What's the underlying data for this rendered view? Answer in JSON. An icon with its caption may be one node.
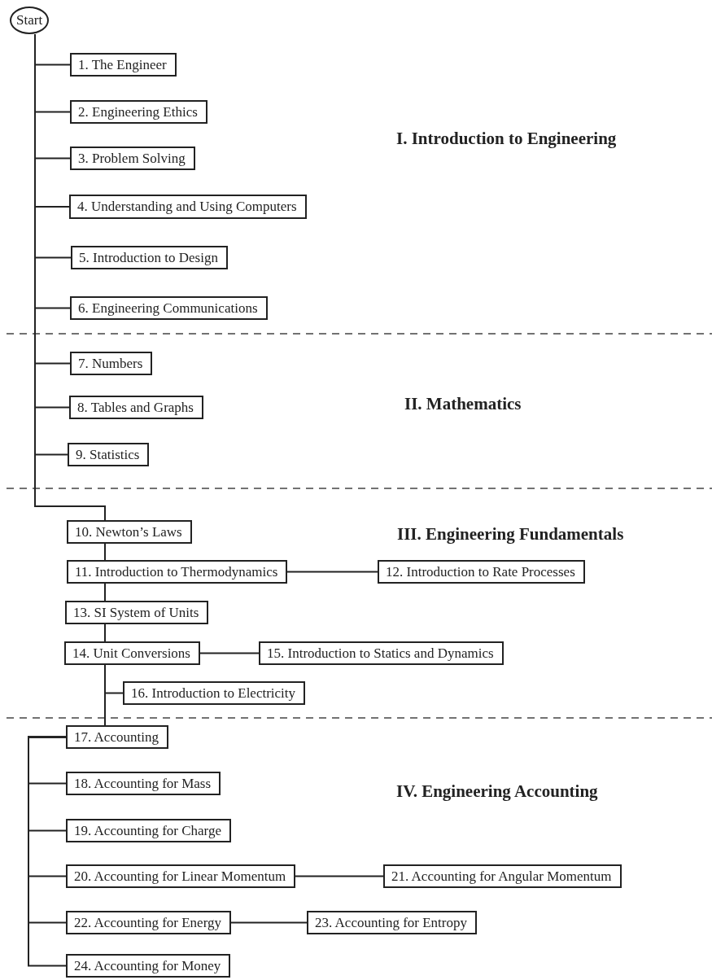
{
  "diagram": {
    "nodes": [
      {
        "text": [
          "Start"
        ]
      },
      {
        "text": [
          "1. The Engineer"
        ]
      },
      {
        "text": [
          "2. Engineering Ethics"
        ]
      },
      {
        "text": [
          "3. Problem Solving"
        ]
      },
      {
        "text": [
          "4. Understanding and Using Computers"
        ]
      },
      {
        "text": [
          "5. Introduction to Design"
        ]
      },
      {
        "text": [
          "6. Engineering Communications"
        ]
      },
      {
        "text": [
          "7. Numbers"
        ]
      },
      {
        "text": [
          "8. Tables and Graphs"
        ]
      },
      {
        "text": [
          "9. Statistics"
        ]
      },
      {
        "text": [
          "10. Newton’s Laws"
        ]
      },
      {
        "text": [
          "11. Introduction to Thermodynamics"
        ]
      },
      {
        "text": [
          "12. Introduction to Rate Processes"
        ]
      },
      {
        "text": [
          "13. SI System of Units"
        ]
      },
      {
        "text": [
          "14. Unit Conversions"
        ]
      },
      {
        "text": [
          "15. Introduction to Statics and Dynamics"
        ]
      },
      {
        "text": [
          "16. Introduction to Electricity"
        ]
      },
      {
        "text": [
          "17. Accounting"
        ]
      },
      {
        "text": [
          "18. Accounting for Mass"
        ]
      },
      {
        "text": [
          "19. Accounting for Charge"
        ]
      },
      {
        "text": [
          "20. Accounting for Linear Momentum"
        ]
      },
      {
        "text": [
          "21. Accounting for Angular Momentum"
        ]
      },
      {
        "text": [
          "22. Accounting for Energy"
        ]
      },
      {
        "text": [
          "23. Accounting for Entropy"
        ]
      },
      {
        "text": [
          "24. Accounting for Money"
        ]
      }
    ],
    "edges": [
      {
        "from": 0,
        "to": 1,
        "arrow": "none"
      },
      {
        "from": 0,
        "to": 2,
        "arrow": "none"
      },
      {
        "from": 0,
        "to": 3,
        "arrow": "none"
      },
      {
        "from": 0,
        "to": 4,
        "arrow": "none"
      },
      {
        "from": 0,
        "to": 5,
        "arrow": "none"
      },
      {
        "from": 0,
        "to": 6,
        "arrow": "none"
      },
      {
        "from": 0,
        "to": 7,
        "arrow": "none"
      },
      {
        "from": 0,
        "to": 8,
        "arrow": "none"
      },
      {
        "from": 0,
        "to": 9,
        "arrow": "none"
      },
      {
        "from": 0,
        "to": 10,
        "arrow": "none"
      },
      {
        "from": 10,
        "to": 11,
        "arrow": "none"
      },
      {
        "from": 11,
        "to": 12,
        "arrow": "none"
      },
      {
        "from": 11,
        "to": 13,
        "arrow": "none"
      },
      {
        "from": 13,
        "to": 14,
        "arrow": "none"
      },
      {
        "from": 14,
        "to": 15,
        "arrow": "none"
      },
      {
        "from": 14,
        "to": 16,
        "arrow": "none"
      },
      {
        "from": 14,
        "to": 17,
        "arrow": "none"
      },
      {
        "from": 17,
        "to": 18,
        "arrow": "none"
      },
      {
        "from": 17,
        "to": 19,
        "arrow": "none"
      },
      {
        "from": 17,
        "to": 20,
        "arrow": "none"
      },
      {
        "from": 20,
        "to": 21,
        "arrow": "none"
      },
      {
        "from": 17,
        "to": 22,
        "arrow": "none"
      },
      {
        "from": 22,
        "to": 23,
        "arrow": "none"
      },
      {
        "from": 17,
        "to": 24,
        "arrow": "none"
      }
    ],
    "labels": [
      "I. Introduction to Engineering",
      "II. Mathematics",
      "III. Engineering Fundamentals",
      "IV. Engineering Accounting"
    ]
  }
}
